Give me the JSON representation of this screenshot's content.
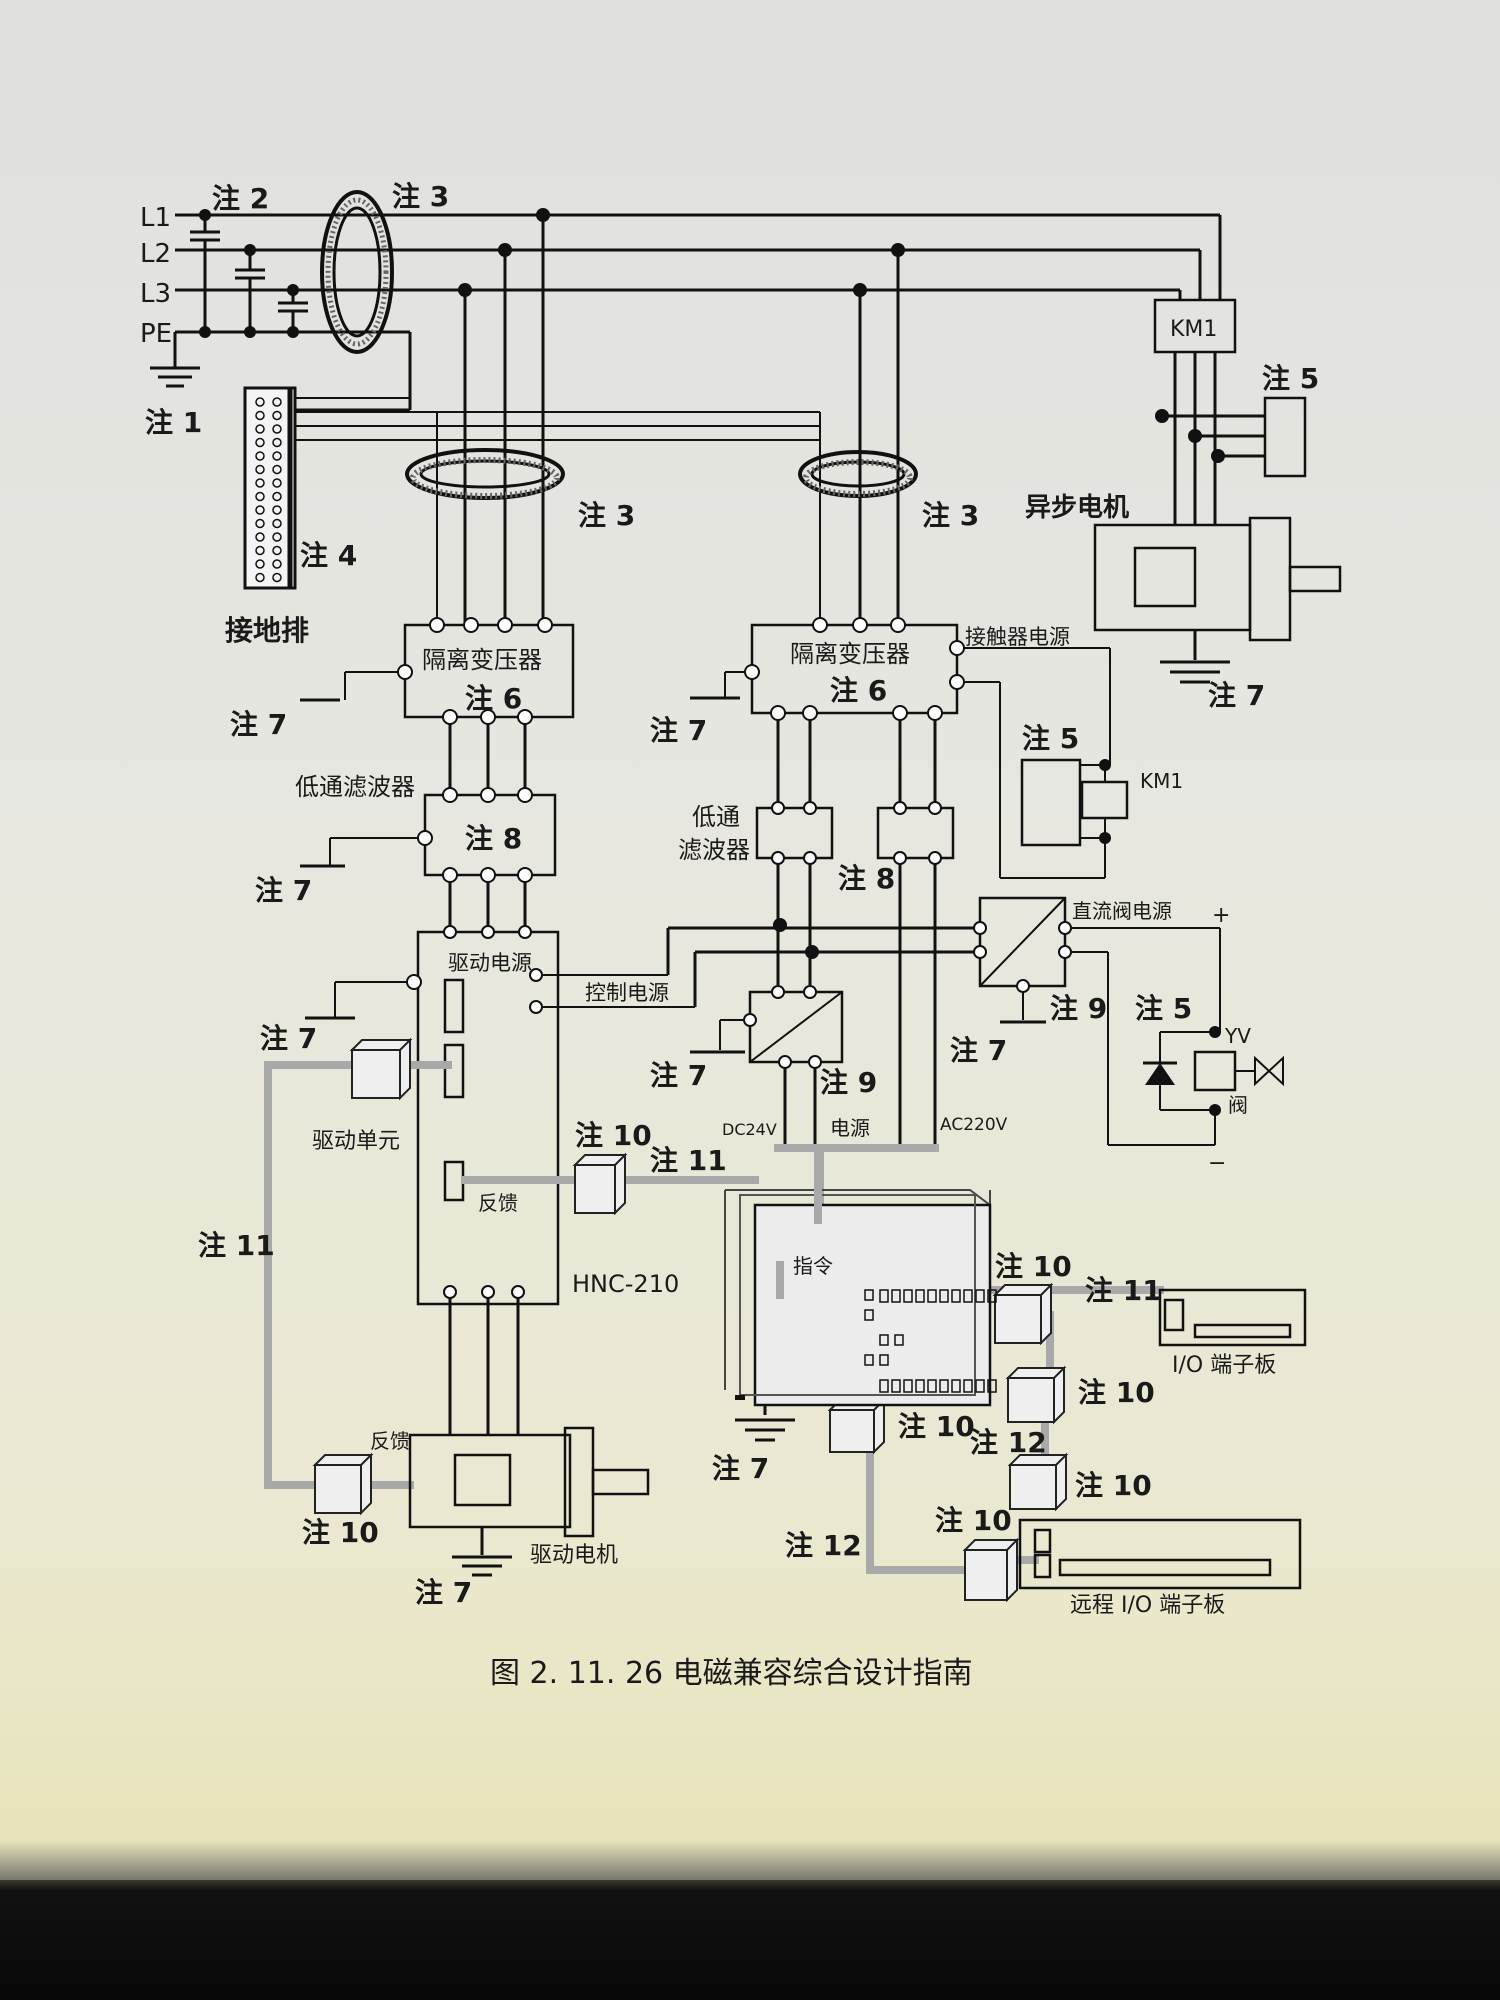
{
  "lines": {
    "l1": "L1",
    "l2": "L2",
    "l3": "L3",
    "pe": "PE"
  },
  "notes": {
    "n1": "注 1",
    "n2": "注 2",
    "n3": "注 3",
    "n4": "注 4",
    "n5": "注 5",
    "n6": "注 6",
    "n7": "注 7",
    "n8": "注 8",
    "n9": "注 9",
    "n10": "注 10",
    "n11": "注 11",
    "n12": "注 12"
  },
  "labels": {
    "ground_bar": "接地排",
    "km1": "KM1",
    "async_motor": "异步电机",
    "isolation_transformer": "隔离变压器",
    "contactor_power": "接触器电源",
    "lowpass_filter": "低通滤波器",
    "lowpass_filter_l1": "低通",
    "lowpass_filter_l2": "滤波器",
    "drive_power": "驱动电源",
    "control_power": "控制电源",
    "dc_valve_power": "直流阀电源",
    "plus": "+",
    "minus": "−",
    "yv": "YV",
    "valve": "阀",
    "drive_unit": "驱动单元",
    "feedback": "反馈",
    "hnc": "HNC-210",
    "dc24v": "DC24V",
    "power": "电源",
    "ac220v": "AC220V",
    "command": "指令",
    "io_board": "I/O 端子板",
    "remote_io_board": "远程 I/O 端子板",
    "drive_motor": "驱动电机"
  },
  "caption": "图 2. 11. 26  电磁兼容综合设计指南"
}
